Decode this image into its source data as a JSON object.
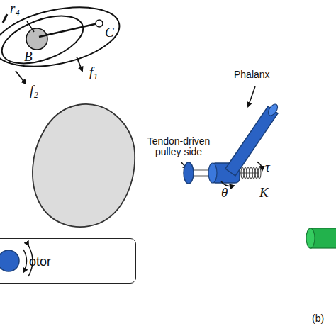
{
  "diagram": {
    "nodes": [
      {
        "text": [
          "otor"
        ]
      }
    ],
    "labels": [
      "r₄",
      "C",
      "B",
      "f₁",
      "f₂",
      "Phalanx",
      "Tendon-driven pulley side",
      "θ",
      "τ",
      "K",
      "(b)"
    ]
  }
}
